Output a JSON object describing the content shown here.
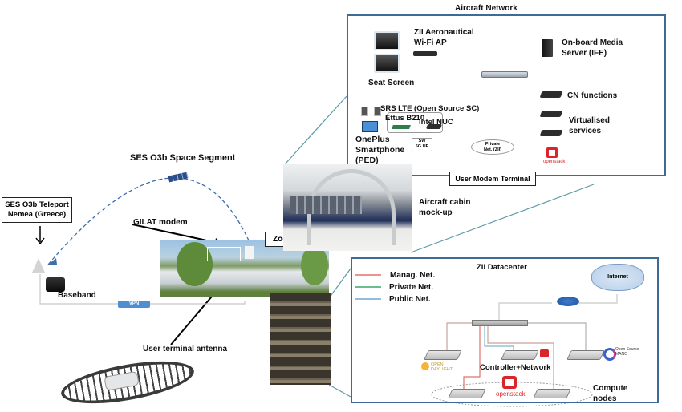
{
  "aircraft_network": {
    "title": "Aircraft Network",
    "zii_ap": "ZII Aeronautical\nWi-Fi AP",
    "seat_screen": "Seat Screen",
    "media_server": "On-board Media\nServer (IFE)",
    "cn_functions": "CN functions",
    "virtualised_services": "Virtualised\nservices",
    "srs_lte": "SRS LTE (Open Source SC)",
    "ettus": "Ettus B210",
    "intel_nuc": "Intel NUC",
    "sw_5g_ue": "SW\n5G UE",
    "oneplus": "OnePlus\nSmartphone\n(PED)",
    "private_net_cloud": "Private\nNet. (ZII)",
    "user_modem_terminal": "User Modem Terminal",
    "openstack_logo": "openstack"
  },
  "space": {
    "space_segment": "SES O3b Space Segment",
    "teleport": "SES O3b Teleport\nNemea (Greece)",
    "gilat_modem": "GILAT modem",
    "zodiac_munich": "Zodiac Munich",
    "aircraft_cabin": "Aircraft cabin\nmock-up",
    "baseband": "Baseband",
    "vpn": "VPN",
    "user_terminal_antenna": "User terminal antenna"
  },
  "datacenter": {
    "title": "ZII Datacenter",
    "legend": [
      {
        "label": "Manag.  Net.",
        "color": "#e0706a"
      },
      {
        "label": "Private Net.",
        "color": "#3aa66a"
      },
      {
        "label": "Public  Net.",
        "color": "#6fa6d6"
      }
    ],
    "internet": "Internet",
    "controller_network": "Controller+Network",
    "compute_nodes": "Compute\nnodes",
    "opendaylight": "OPEN\nDAYLIGHT",
    "osm": "Open Source\nMANO",
    "openstack_logo": "openstack"
  },
  "colors": {
    "panel_border": "#3e6b94",
    "openstack_red": "#d9262b",
    "connector_teal": "#5f9aa8"
  }
}
